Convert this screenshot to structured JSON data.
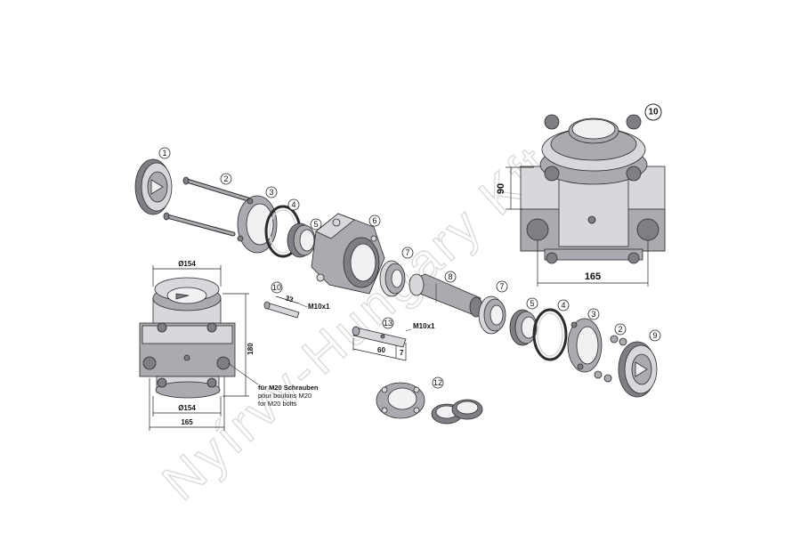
{
  "watermark": {
    "text": "Nyírvv-Hungary Kft"
  },
  "callouts": [
    {
      "id": "c1",
      "label": "1"
    },
    {
      "id": "c2a",
      "label": "2"
    },
    {
      "id": "c3a",
      "label": "3"
    },
    {
      "id": "c4a",
      "label": "4"
    },
    {
      "id": "c5a",
      "label": "5"
    },
    {
      "id": "c6",
      "label": "6"
    },
    {
      "id": "c7a",
      "label": "7"
    },
    {
      "id": "c8",
      "label": "8"
    },
    {
      "id": "c7b",
      "label": "7"
    },
    {
      "id": "c5b",
      "label": "5"
    },
    {
      "id": "c4b",
      "label": "4"
    },
    {
      "id": "c3b",
      "label": "3"
    },
    {
      "id": "c2b",
      "label": "2"
    },
    {
      "id": "c9",
      "label": "9"
    },
    {
      "id": "c10a",
      "label": "10"
    },
    {
      "id": "c10b",
      "label": "10"
    },
    {
      "id": "c12",
      "label": "12"
    },
    {
      "id": "c13",
      "label": "13"
    }
  ],
  "dimensions": {
    "left_top_diameter": "Ø154",
    "left_bottom_diameter": "Ø154",
    "left_width": "165",
    "left_height": "180",
    "right_height": "90",
    "right_width": "165",
    "pin10_length": "33",
    "pin10_thread": "M10x1",
    "pin13_thread": "M10x1",
    "pin13_length": "60",
    "pin13_end": "7"
  },
  "bolt_note": {
    "line1": "für M20 Schrauben",
    "line2": "pour boulons M20",
    "line3": "for M20 bolts"
  }
}
